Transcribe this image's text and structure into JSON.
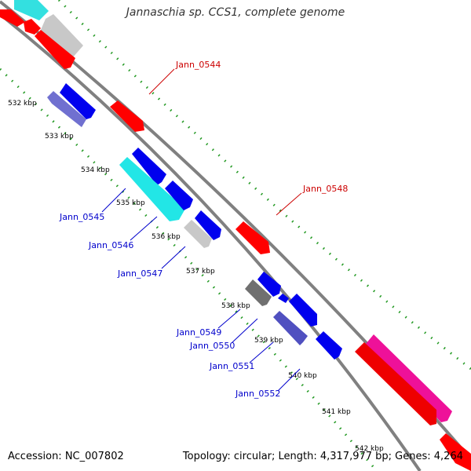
{
  "header": {
    "title": "Jannaschia sp. CCS1, complete genome"
  },
  "footer": {
    "accession": "Accession: NC_007802",
    "summary": "Topology: circular; Length: 4,317,977 bp; Genes: 4,264"
  },
  "colors": {
    "forward_cds": "#ff0000",
    "reverse_cds": "#0000ff",
    "cyan": "#33e0e0",
    "gray": "#c0c0c0",
    "dark_gray": "#707070",
    "slate": "#7070d0",
    "magenta": "#ee1199",
    "backbone": "#808080",
    "tick": "#229922",
    "red_label": "#cc0000",
    "blue_label": "#0000cc"
  },
  "ticks": [
    {
      "label": "532 kbp"
    },
    {
      "label": "533 kbp"
    },
    {
      "label": "534 kbp"
    },
    {
      "label": "535 kbp"
    },
    {
      "label": "536 kbp"
    },
    {
      "label": "537 kbp"
    },
    {
      "label": "538 kbp"
    },
    {
      "label": "539 kbp"
    },
    {
      "label": "540 kbp"
    },
    {
      "label": "541 kbp"
    },
    {
      "label": "542 kbp"
    }
  ],
  "gene_labels": [
    {
      "name": "Jann_0544",
      "strand": "forward"
    },
    {
      "name": "Jann_0548",
      "strand": "forward"
    },
    {
      "name": "Jann_0545",
      "strand": "reverse"
    },
    {
      "name": "Jann_0546",
      "strand": "reverse"
    },
    {
      "name": "Jann_0547",
      "strand": "reverse"
    },
    {
      "name": "Jann_0549",
      "strand": "reverse"
    },
    {
      "name": "Jann_0550",
      "strand": "reverse"
    },
    {
      "name": "Jann_0551",
      "strand": "reverse"
    },
    {
      "name": "Jann_0552",
      "strand": "reverse"
    }
  ]
}
